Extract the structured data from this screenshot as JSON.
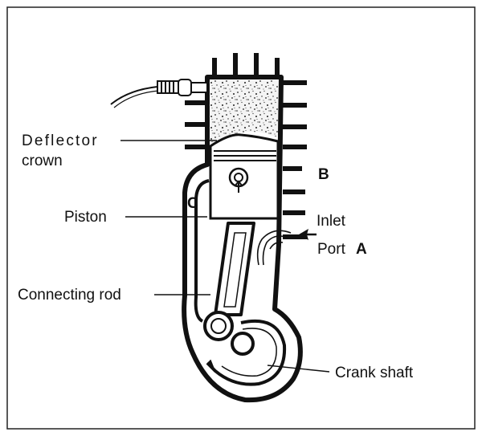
{
  "labels": {
    "deflector_line1": "Deflector",
    "deflector_line2": "crown",
    "piston": "Piston",
    "connecting_rod": "Connecting rod",
    "crank_shaft": "Crank shaft",
    "inlet": "Inlet",
    "port": "Port",
    "port_letter": "A",
    "letter_b": "B",
    "letter_c": "C"
  },
  "colors": {
    "ink": "#111111",
    "frame": "#222222",
    "background": "#ffffff"
  }
}
